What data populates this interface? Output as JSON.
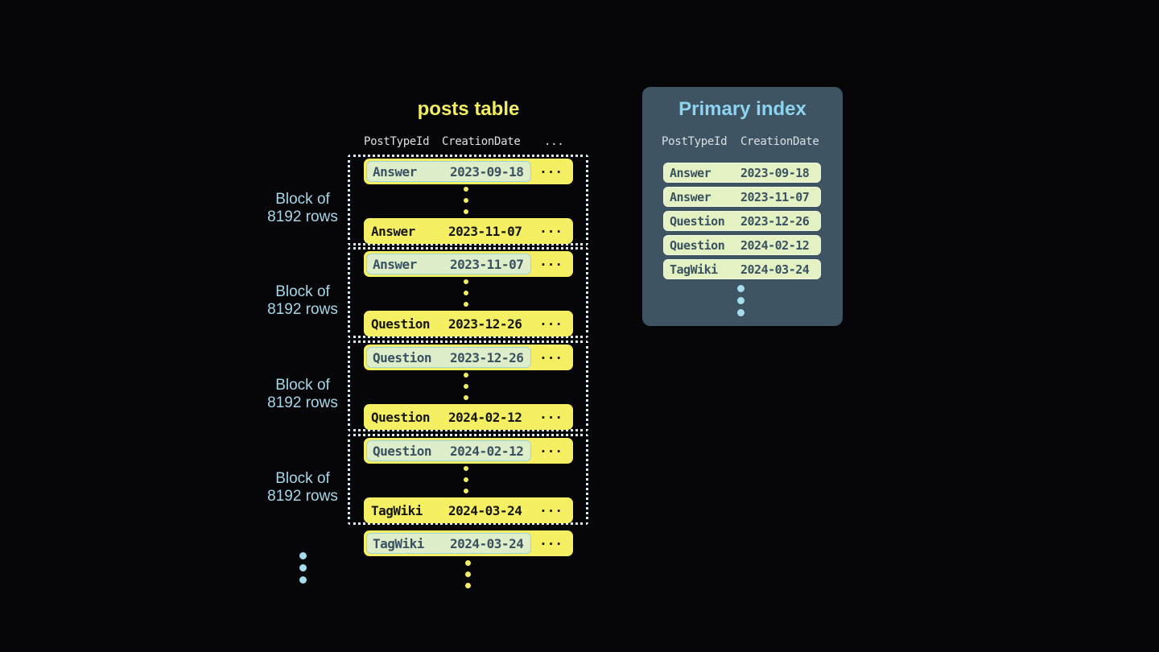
{
  "posts_table": {
    "title": "posts table",
    "headers": {
      "col1": "PostTypeId",
      "col2": "CreationDate",
      "ellipsis": "..."
    },
    "block_label": {
      "line1": "Block of",
      "line2": "8192 rows"
    },
    "ellipsis": "...",
    "blocks": [
      {
        "first": {
          "type": "Answer",
          "date": "2023-09-18"
        },
        "last": {
          "type": "Answer",
          "date": "2023-11-07"
        }
      },
      {
        "first": {
          "type": "Answer",
          "date": "2023-11-07"
        },
        "last": {
          "type": "Question",
          "date": "2023-12-26"
        }
      },
      {
        "first": {
          "type": "Question",
          "date": "2023-12-26"
        },
        "last": {
          "type": "Question",
          "date": "2024-02-12"
        }
      },
      {
        "first": {
          "type": "Question",
          "date": "2024-02-12"
        },
        "last": {
          "type": "TagWiki",
          "date": "2024-03-24"
        }
      }
    ],
    "overflow_row": {
      "type": "TagWiki",
      "date": "2024-03-24"
    }
  },
  "primary_index": {
    "title": "Primary index",
    "headers": {
      "col1": "PostTypeId",
      "col2": "CreationDate"
    },
    "rows": [
      {
        "type": "Answer",
        "date": "2023-09-18"
      },
      {
        "type": "Answer",
        "date": "2023-11-07"
      },
      {
        "type": "Question",
        "date": "2023-12-26"
      },
      {
        "type": "Question",
        "date": "2024-02-12"
      },
      {
        "type": "TagWiki",
        "date": "2024-03-24"
      }
    ]
  },
  "colors": {
    "background": "#060608",
    "row_yellow": "#f5ef64",
    "highlight_green": "#dfeeca",
    "highlight_border_blue": "#9ed3e2",
    "index_row_green": "#e4f2c3",
    "panel_slate": "#3e5463",
    "title_yellow": "#f3ed62",
    "title_blue": "#8ed3ef",
    "label_blue": "#a6d7e8",
    "dotted_border": "#d8edf5"
  }
}
